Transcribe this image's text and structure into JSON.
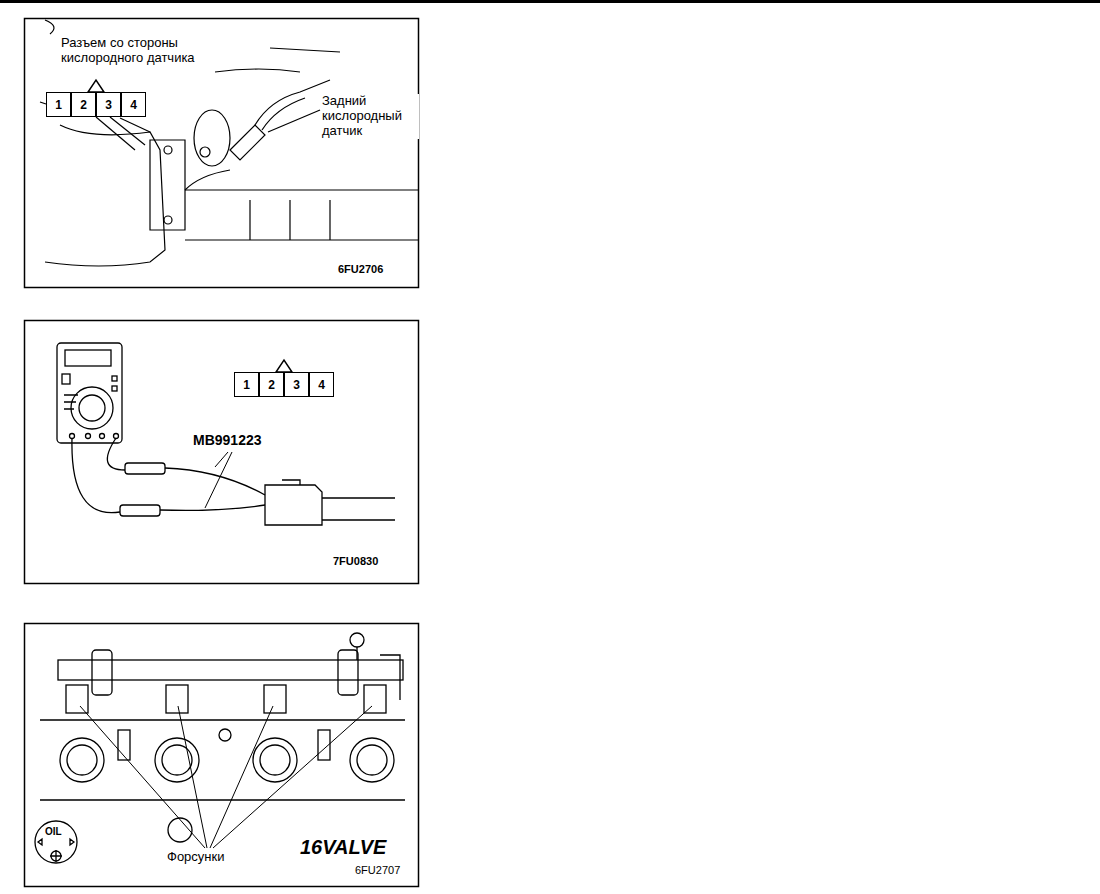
{
  "diagram": {
    "nodes": [
      {
        "text": [
          "1"
        ]
      },
      {
        "text": [
          "2"
        ]
      },
      {
        "text": [
          "3"
        ]
      },
      {
        "text": [
          "4"
        ]
      },
      {
        "text": [
          "1"
        ]
      },
      {
        "text": [
          "2"
        ]
      },
      {
        "text": [
          "3"
        ]
      },
      {
        "text": [
          "4"
        ]
      }
    ],
    "labels": [
      "Разъем со стороны кислородного датчика",
      "Задний кислородный датчик",
      "6FU2706",
      "MB991223",
      "7FU0830",
      "Форсунки",
      "OIL",
      "16VALVE",
      "6FU2707"
    ]
  }
}
